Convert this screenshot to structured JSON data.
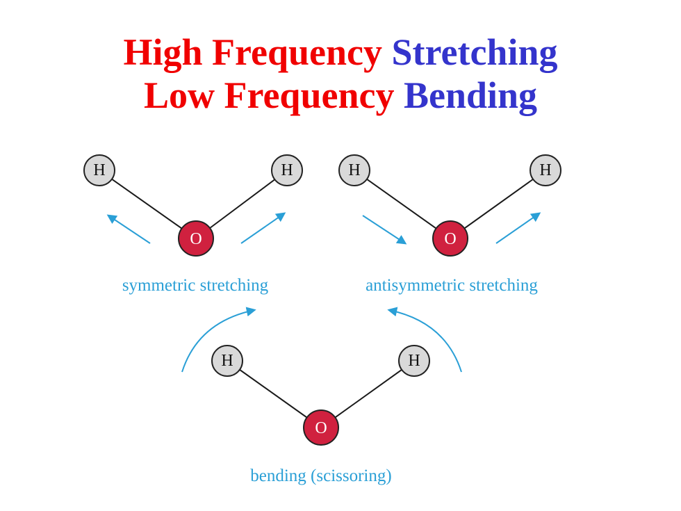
{
  "title": {
    "line1": {
      "part1": "High Frequency",
      "part2": "Stretching"
    },
    "line2": {
      "part1": "Low Frequency",
      "part2": "Bending"
    }
  },
  "colors": {
    "frequency_text": "#f00000",
    "mode_text": "#3434cc",
    "hydrogen_fill": "#d9d9d9",
    "oxygen_fill": "#d0213f",
    "bond": "#1a1a1a",
    "arrow": "#2a9fd6",
    "caption": "#2a9fd6"
  },
  "atoms": {
    "hydrogen": "H",
    "oxygen": "O"
  },
  "captions": {
    "symmetric": "symmetric stretching",
    "antisymmetric": "antisymmetric stretching",
    "bending": "bending (scissoring)"
  }
}
